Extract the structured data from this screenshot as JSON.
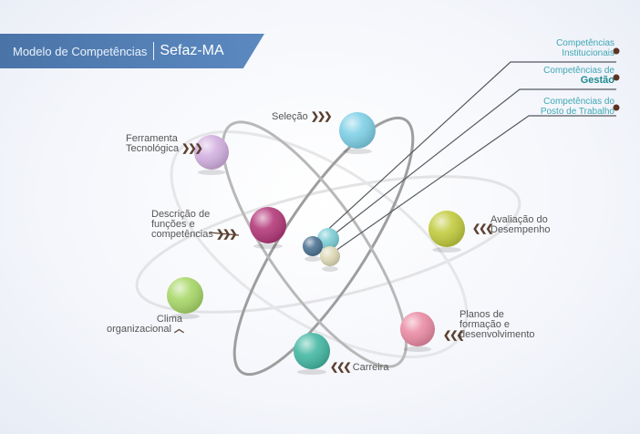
{
  "header": {
    "title": "Modelo de Competências",
    "org": "Sefaz-MA"
  },
  "competencias": [
    {
      "line1": "Competências",
      "line2": "Institucionais",
      "color": "#7fcfd6"
    },
    {
      "line1": "Competências de",
      "line2": "Gestão",
      "color": "#2b9ea3"
    },
    {
      "line1": "Competências do",
      "line2": "Posto de Trabalho",
      "color": "#ddd9b6"
    }
  ],
  "nodes": [
    {
      "label": [
        "Seleção"
      ],
      "color": "#7fd0e6"
    },
    {
      "label": [
        "Ferramenta",
        "Tecnológica"
      ],
      "color": "#d2b0e0"
    },
    {
      "label": [
        "Descrição de",
        "funções e",
        "competências"
      ],
      "color": "#b43a7a"
    },
    {
      "label": [
        "Avaliação do",
        "Desempenho"
      ],
      "color": "#c2cc3f"
    },
    {
      "label": [
        "Clima",
        "organizacional"
      ],
      "color": "#a9d86a"
    },
    {
      "label": [
        "Planos de",
        "formação e",
        "desenvolvimento"
      ],
      "color": "#ea8ca4"
    },
    {
      "label": [
        "Carreira"
      ],
      "color": "#46b8a4"
    }
  ],
  "core_color": "#4d7393"
}
